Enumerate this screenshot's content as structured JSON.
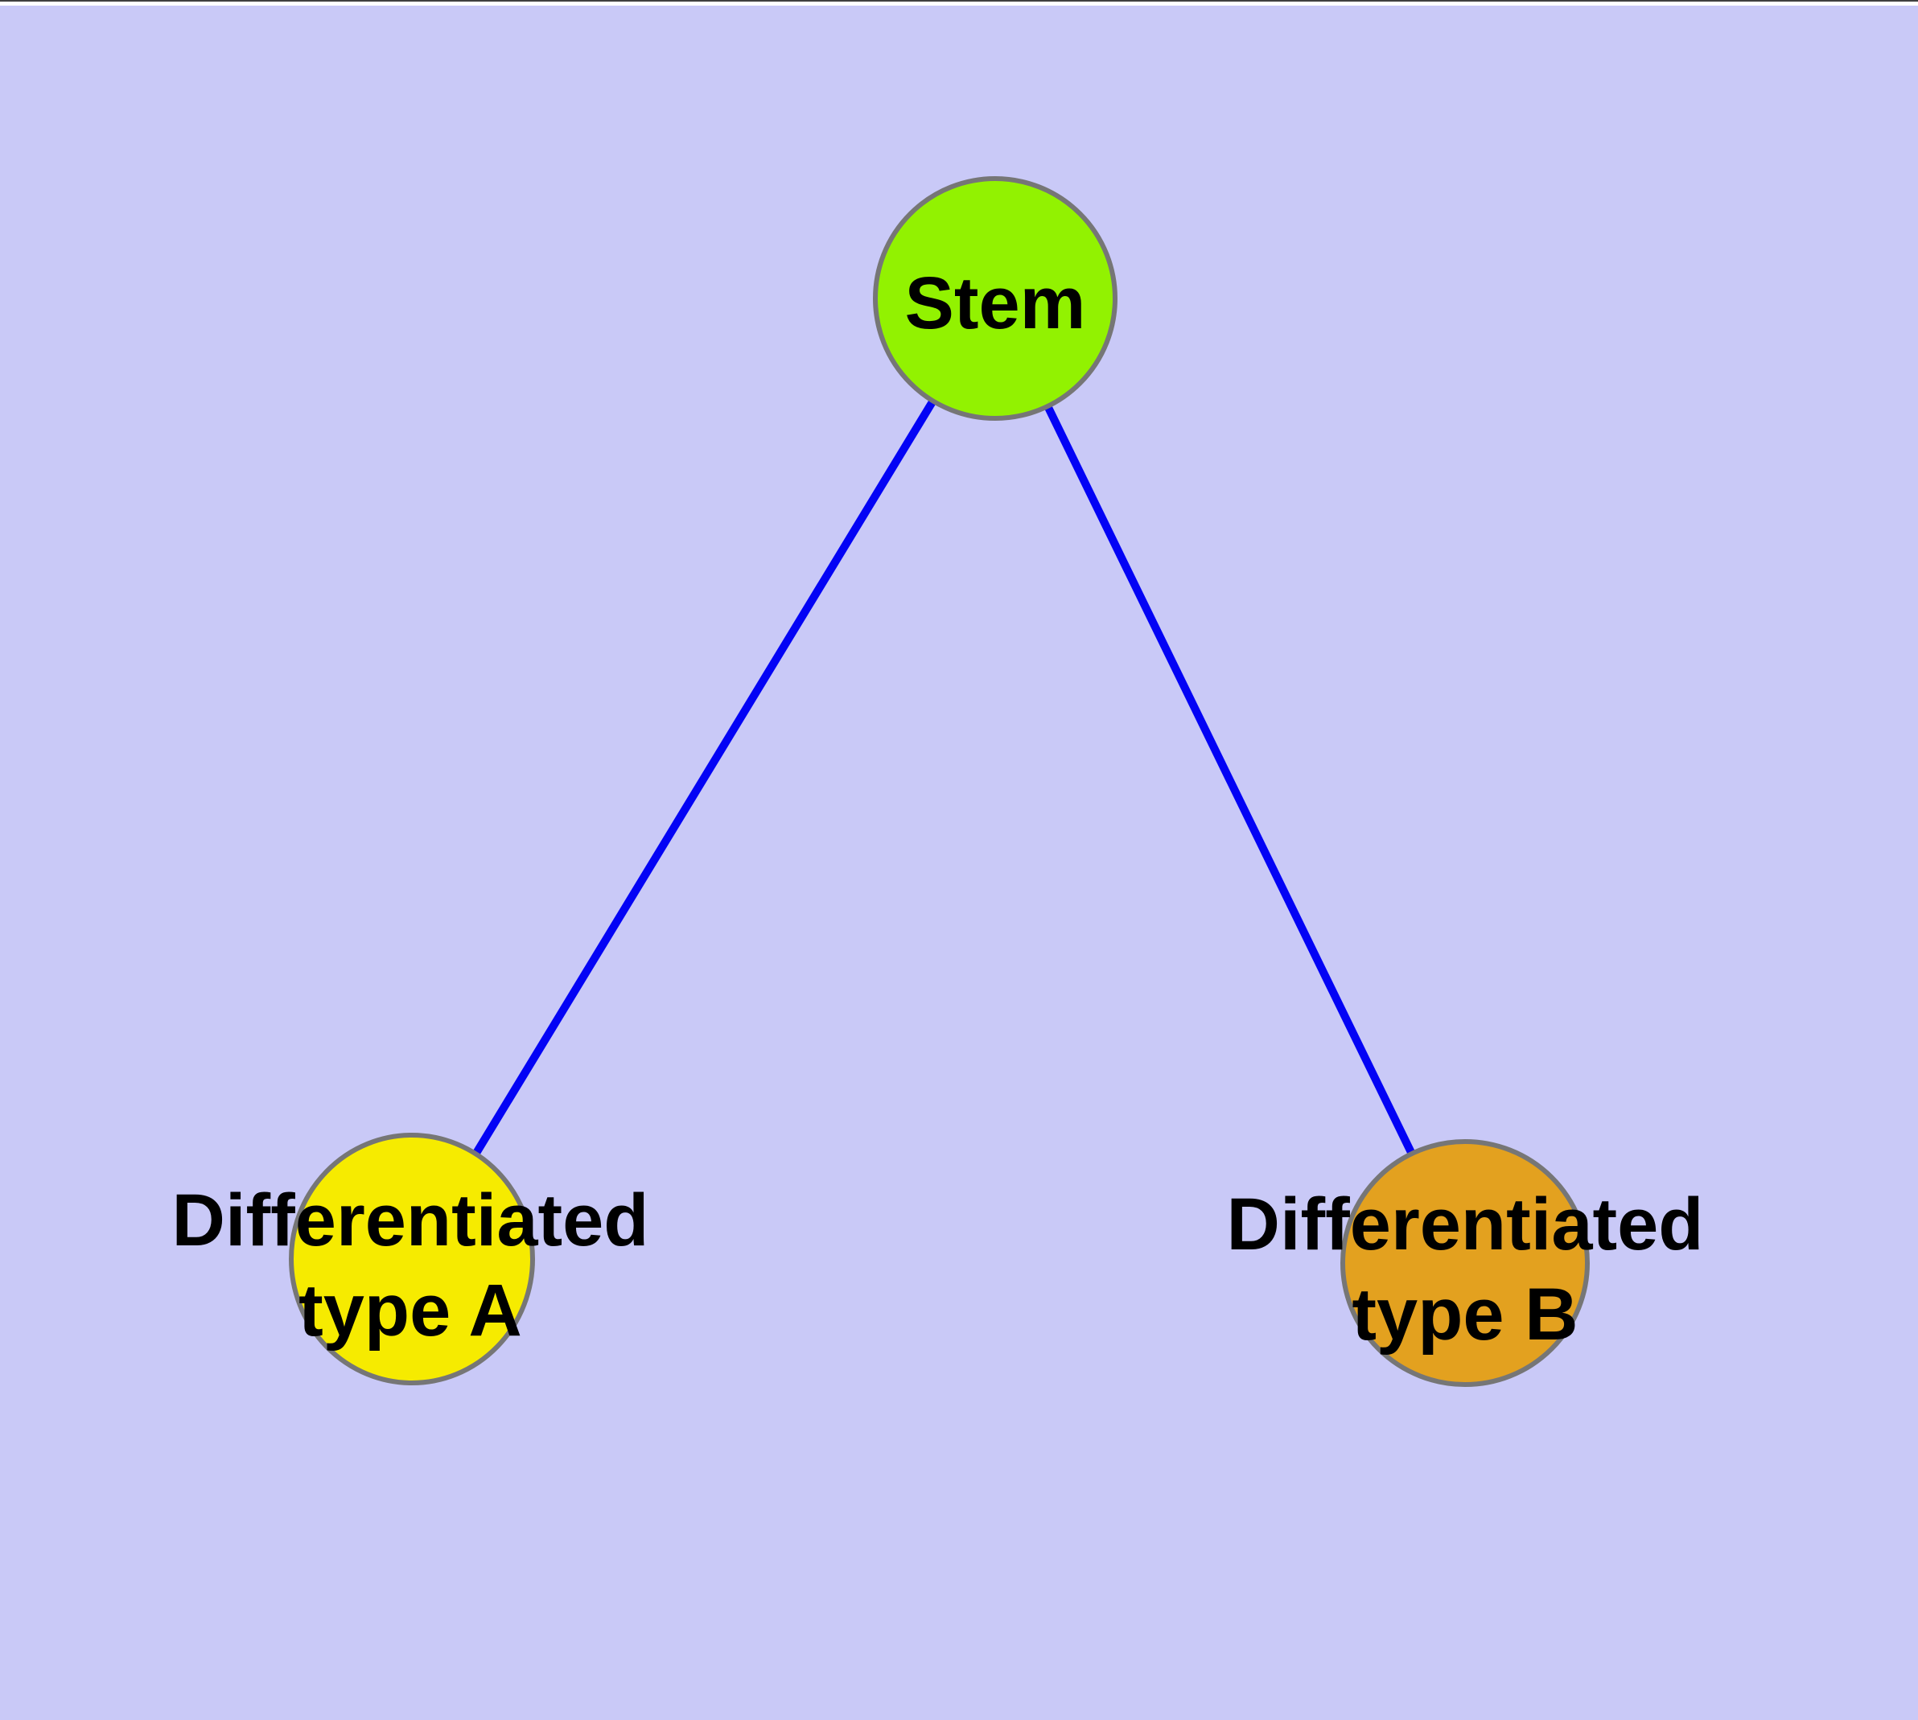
{
  "colors": {
    "background": "#c9c9f7",
    "edge": "#0303f5",
    "node_border": "#767676",
    "label": "#000000",
    "frame_top_line": "#3f3f3f",
    "frame_top_strip": "#ffffff"
  },
  "graph": {
    "nodes": [
      {
        "id": "stem",
        "label": "Stem",
        "lines": [
          "Stem"
        ],
        "fill": "#92f201"
      },
      {
        "id": "differentiated-type-a",
        "label": "Differentiated type A",
        "lines": [
          "Differentiated",
          "type A"
        ],
        "fill": "#f6eb00"
      },
      {
        "id": "differentiated-type-b",
        "label": "Differentiated type B",
        "lines": [
          "Differentiated",
          "type B"
        ],
        "fill": "#e3a11f"
      }
    ],
    "edges": [
      {
        "from": "stem",
        "to": "differentiated-type-a"
      },
      {
        "from": "stem",
        "to": "differentiated-type-b"
      }
    ]
  }
}
